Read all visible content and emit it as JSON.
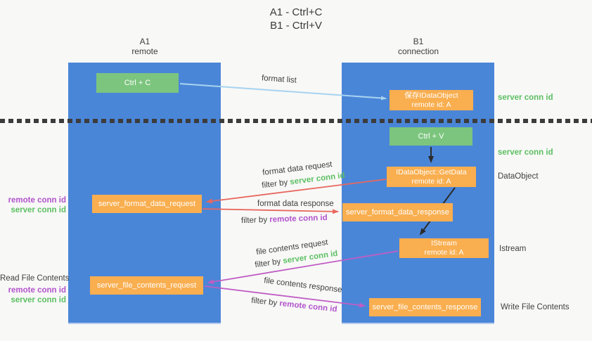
{
  "title": {
    "line1": "A1 - Ctrl+C",
    "line2": "B1 - Ctrl+V"
  },
  "columns": [
    {
      "name": "A1",
      "subtitle": "remote"
    },
    {
      "name": "B1",
      "subtitle": "connection"
    }
  ],
  "nodes": {
    "ctrl_c": {
      "label": "Ctrl + C"
    },
    "save_idataobject": {
      "line1": "保存IDataObject",
      "line2": "remote id: A"
    },
    "ctrl_v": {
      "label": "Ctrl + V"
    },
    "getdata": {
      "line1": "IDataObject::GetData",
      "line2": "remote id: A"
    },
    "format_request": {
      "label": "server_format_data_request"
    },
    "format_response": {
      "label": "server_format_data_response"
    },
    "istream": {
      "line1": "IStream",
      "line2": "remote id: A"
    },
    "file_request": {
      "label": "server_file_contents_request"
    },
    "file_response": {
      "label": "server_file_contents_response"
    }
  },
  "right_labels": {
    "server_conn_id_1": "server conn id",
    "server_conn_id_2": "server conn id",
    "dataobject": "DataObject",
    "istream": "Istream",
    "write_file": "Write File Contents"
  },
  "left_labels": {
    "remote_conn_id_1": "remote conn id",
    "server_conn_id_1": "server conn id",
    "read_file": "Read File Contents",
    "remote_conn_id_2": "remote conn id",
    "server_conn_id_2": "server conn id"
  },
  "flow_labels": {
    "format_list": "format list",
    "format_data_request": "format data request",
    "filter_server_1_prefix": "filter by",
    "filter_server_1_value": "server conn id",
    "format_data_response": "format data response",
    "filter_remote_1_prefix": "filter by",
    "filter_remote_1_value": "remote conn id",
    "file_contents_request": "file contents request",
    "filter_server_2_prefix": "filter by",
    "filter_server_2_value": "server conn id",
    "file_contents_response": "file contents response",
    "filter_remote_2_prefix": "filter by",
    "filter_remote_2_value": "remote conn id"
  },
  "colors": {
    "column_blue": "#4a86d8",
    "box_green": "#7cc57e",
    "box_orange": "#f9ae4f",
    "text_green": "#5dbf62",
    "text_purple": "#b253cb",
    "arrow_red": "#e8685e",
    "arrow_magenta": "#c05ec4",
    "arrow_lightblue": "#a7d3ef",
    "arrow_black": "#2b2b2b"
  }
}
